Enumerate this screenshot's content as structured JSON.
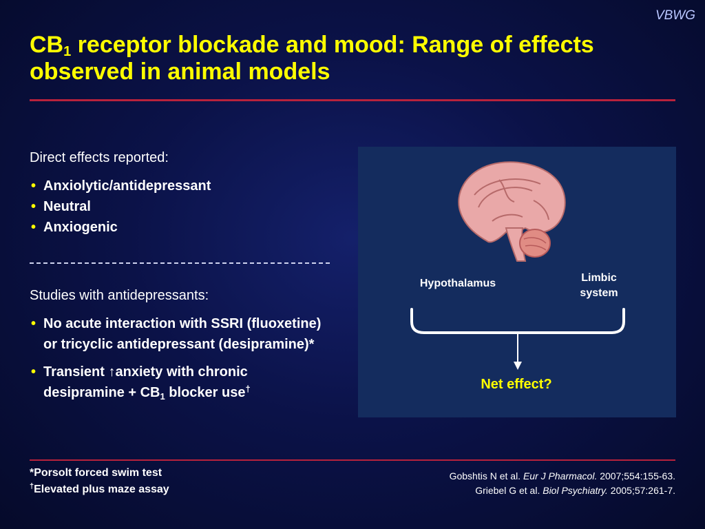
{
  "brand": "VBWG",
  "title": {
    "prefix": "CB",
    "subscript": "1",
    "rest": " receptor blockade and mood: Range of effects observed in animal models"
  },
  "direct": {
    "heading": "Direct effects reported:",
    "items": [
      "Anxiolytic/antidepressant",
      "Neutral",
      "Anxiogenic"
    ]
  },
  "studies": {
    "heading": "Studies with antidepressants:",
    "item1": "No acute interaction with SSRI (fluoxetine) or tricyclic antidepressant (desipramine)*",
    "item2_a": "Transient ",
    "item2_arrow": "↑",
    "item2_b": "anxiety with chronic desipramine + CB",
    "item2_sub": "1",
    "item2_c": " blocker use",
    "item2_dagger": "†"
  },
  "footnotes": {
    "line1": "*Porsolt forced swim test",
    "line2_dagger": "†",
    "line2": "Elevated plus maze assay"
  },
  "references": [
    {
      "authors": "Gobshtis N et al. ",
      "journal": "Eur J Pharmacol.",
      "details": " 2007;554:155-63."
    },
    {
      "authors": "Griebel G et al. ",
      "journal": "Biol Psychiatry.",
      "details": " 2005;57:261-7."
    }
  ],
  "diagram": {
    "label_left": "Hypothalamus",
    "label_right": "Limbic system",
    "result": "Net effect?"
  },
  "colors": {
    "title": "#ffff00",
    "rule": "#b8223c",
    "panel": "#142c5e",
    "brain": "#e9a8a8"
  }
}
